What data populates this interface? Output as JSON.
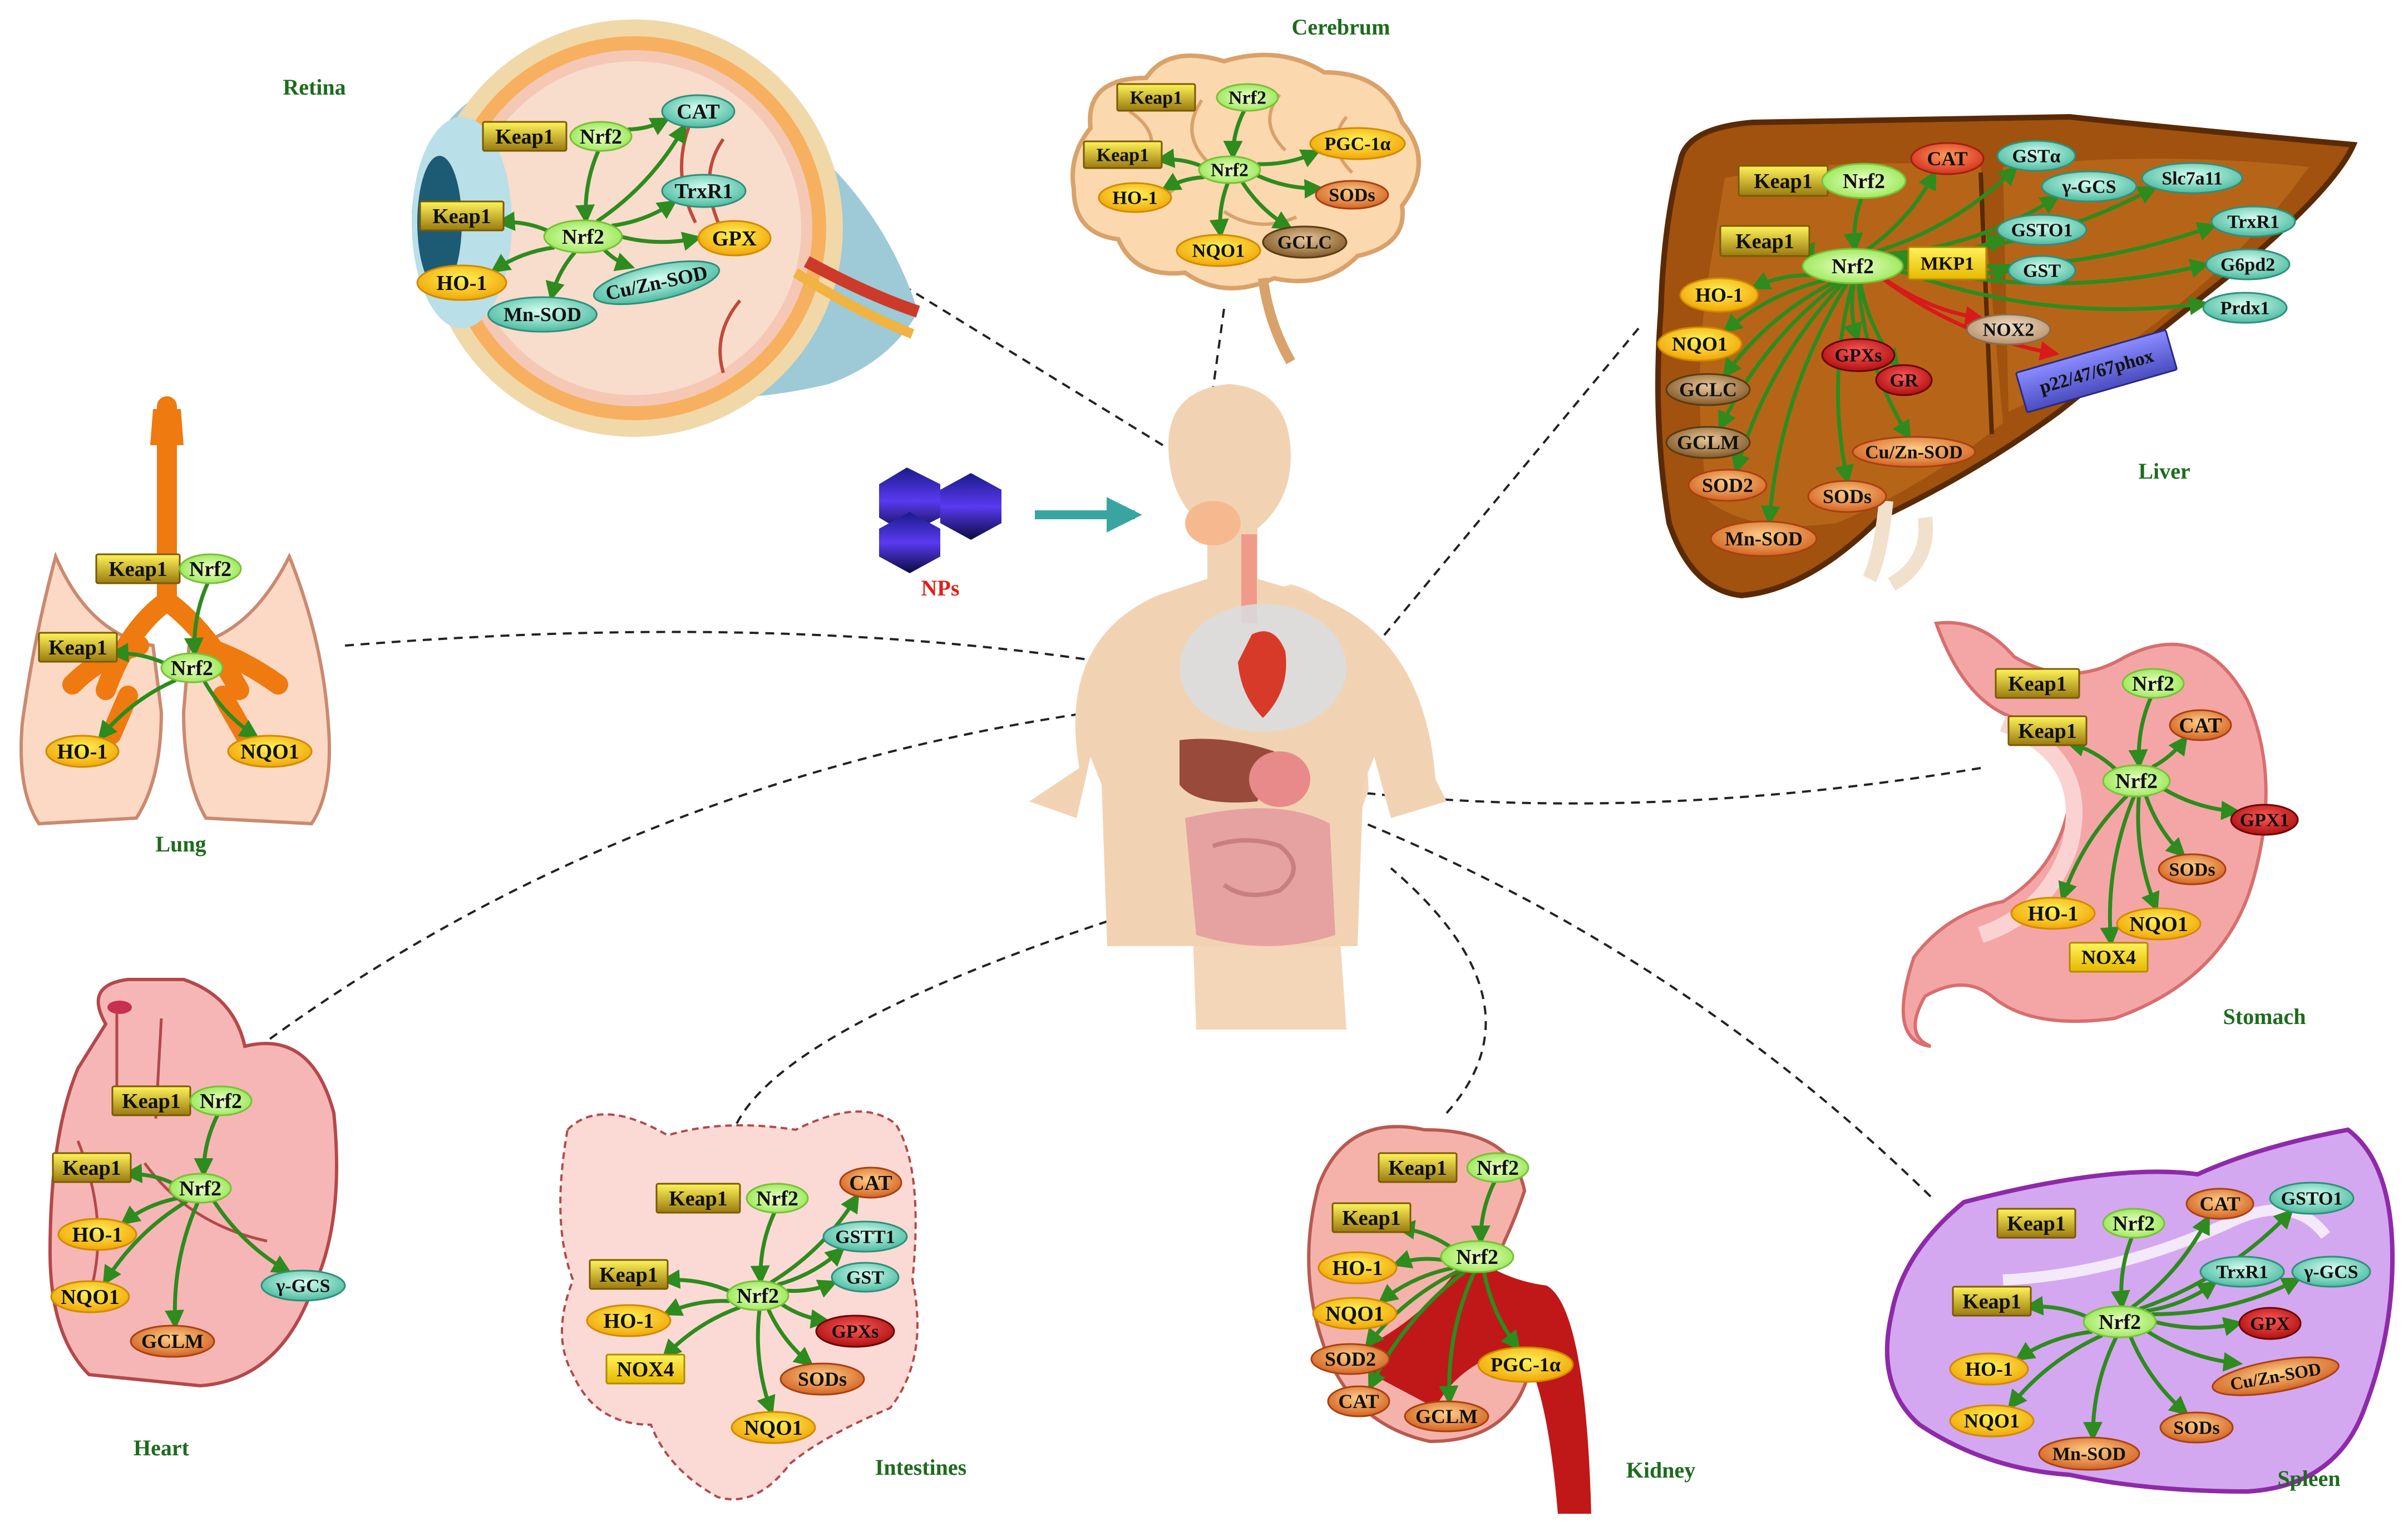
{
  "np_label": "NPs",
  "colors": {
    "title_green": "#1e6b1e",
    "arrow_green": "#2e8b1e",
    "inhibit_red": "#d81a1a",
    "np_label_red": "#e0201a"
  },
  "organs": [
    {
      "id": "retina",
      "title": "Retina",
      "nodes": [
        {
          "label": "Keap1",
          "style": "keap"
        },
        {
          "label": "Nrf2",
          "style": "nrf"
        },
        {
          "label": "Keap1",
          "style": "keap"
        },
        {
          "label": "Nrf2",
          "style": "nrf"
        },
        {
          "label": "HO-1",
          "style": "yellow"
        },
        {
          "label": "CAT",
          "style": "teal"
        },
        {
          "label": "TrxR1",
          "style": "teal"
        },
        {
          "label": "GPX",
          "style": "yellow"
        },
        {
          "label": "Cu/Zn-SOD",
          "style": "teal"
        },
        {
          "label": "Mn-SOD",
          "style": "teal"
        }
      ]
    },
    {
      "id": "cerebrum",
      "title": "Cerebrum",
      "nodes": [
        {
          "label": "Keap1",
          "style": "keap"
        },
        {
          "label": "Nrf2",
          "style": "nrf"
        },
        {
          "label": "Keap1",
          "style": "keap"
        },
        {
          "label": "Nrf2",
          "style": "nrf"
        },
        {
          "label": "HO-1",
          "style": "yellow"
        },
        {
          "label": "PGC-1α",
          "style": "yellow"
        },
        {
          "label": "SODs",
          "style": "orange"
        },
        {
          "label": "NQO1",
          "style": "yellow"
        },
        {
          "label": "GCLC",
          "style": "brown"
        }
      ]
    },
    {
      "id": "liver",
      "title": "Liver",
      "nodes": [
        {
          "label": "Keap1",
          "style": "keap"
        },
        {
          "label": "Nrf2",
          "style": "nrf"
        },
        {
          "label": "Keap1",
          "style": "keap"
        },
        {
          "label": "Nrf2",
          "style": "nrf"
        },
        {
          "label": "MKP1",
          "style": "yellowbox"
        },
        {
          "label": "CAT",
          "style": "redorange"
        },
        {
          "label": "GSTα",
          "style": "teal"
        },
        {
          "label": "γ-GCS",
          "style": "teal"
        },
        {
          "label": "GSTO1",
          "style": "teal"
        },
        {
          "label": "GST",
          "style": "teal"
        },
        {
          "label": "Slc7a11",
          "style": "teal"
        },
        {
          "label": "TrxR1",
          "style": "teal"
        },
        {
          "label": "G6pd2",
          "style": "teal"
        },
        {
          "label": "Prdx1",
          "style": "teal"
        },
        {
          "label": "NOX2",
          "style": "tan"
        },
        {
          "label": "p22/47/67phox",
          "style": "phox"
        },
        {
          "label": "HO-1",
          "style": "yellow"
        },
        {
          "label": "NQO1",
          "style": "yellow"
        },
        {
          "label": "GCLC",
          "style": "brown"
        },
        {
          "label": "GCLM",
          "style": "brown"
        },
        {
          "label": "SOD2",
          "style": "orange"
        },
        {
          "label": "Mn-SOD",
          "style": "orange"
        },
        {
          "label": "SODs",
          "style": "orange"
        },
        {
          "label": "Cu/Zn-SOD",
          "style": "orange"
        },
        {
          "label": "GPXs",
          "style": "red"
        },
        {
          "label": "GR",
          "style": "red"
        }
      ]
    },
    {
      "id": "lung",
      "title": "Lung",
      "nodes": [
        {
          "label": "Keap1",
          "style": "keap"
        },
        {
          "label": "Nrf2",
          "style": "nrf"
        },
        {
          "label": "Keap1",
          "style": "keap"
        },
        {
          "label": "Nrf2",
          "style": "nrf"
        },
        {
          "label": "HO-1",
          "style": "yellow"
        },
        {
          "label": "NQO1",
          "style": "yellow"
        }
      ]
    },
    {
      "id": "stomach",
      "title": "Stomach",
      "nodes": [
        {
          "label": "Keap1",
          "style": "keap"
        },
        {
          "label": "Nrf2",
          "style": "nrf"
        },
        {
          "label": "Keap1",
          "style": "keap"
        },
        {
          "label": "Nrf2",
          "style": "nrf"
        },
        {
          "label": "CAT",
          "style": "orange"
        },
        {
          "label": "GPX1",
          "style": "red"
        },
        {
          "label": "SODs",
          "style": "orange"
        },
        {
          "label": "HO-1",
          "style": "yellow"
        },
        {
          "label": "NQO1",
          "style": "yellow"
        },
        {
          "label": "NOX4",
          "style": "yellowbox"
        }
      ]
    },
    {
      "id": "heart",
      "title": "Heart",
      "nodes": [
        {
          "label": "Keap1",
          "style": "keap"
        },
        {
          "label": "Nrf2",
          "style": "nrf"
        },
        {
          "label": "Keap1",
          "style": "keap"
        },
        {
          "label": "Nrf2",
          "style": "nrf"
        },
        {
          "label": "HO-1",
          "style": "yellow"
        },
        {
          "label": "NQO1",
          "style": "yellow"
        },
        {
          "label": "γ-GCS",
          "style": "teal"
        },
        {
          "label": "GCLM",
          "style": "orange"
        }
      ]
    },
    {
      "id": "intestines",
      "title": "Intestines",
      "nodes": [
        {
          "label": "Keap1",
          "style": "keap"
        },
        {
          "label": "Nrf2",
          "style": "nrf"
        },
        {
          "label": "Keap1",
          "style": "keap"
        },
        {
          "label": "Nrf2",
          "style": "nrf"
        },
        {
          "label": "HO-1",
          "style": "yellow"
        },
        {
          "label": "NOX4",
          "style": "yellowbox"
        },
        {
          "label": "NQO1",
          "style": "yellow"
        },
        {
          "label": "CAT",
          "style": "orange"
        },
        {
          "label": "GSTT1",
          "style": "teal"
        },
        {
          "label": "GST",
          "style": "teal"
        },
        {
          "label": "GPXs",
          "style": "red"
        },
        {
          "label": "SODs",
          "style": "orange"
        }
      ]
    },
    {
      "id": "kidney",
      "title": "Kidney",
      "nodes": [
        {
          "label": "Keap1",
          "style": "keap"
        },
        {
          "label": "Nrf2",
          "style": "nrf"
        },
        {
          "label": "Keap1",
          "style": "keap"
        },
        {
          "label": "Nrf2",
          "style": "nrf"
        },
        {
          "label": "HO-1",
          "style": "yellow"
        },
        {
          "label": "NQO1",
          "style": "yellow"
        },
        {
          "label": "SOD2",
          "style": "orange"
        },
        {
          "label": "CAT",
          "style": "orange"
        },
        {
          "label": "GCLM",
          "style": "orange"
        },
        {
          "label": "PGC-1α",
          "style": "yellow"
        }
      ]
    },
    {
      "id": "spleen",
      "title": "Spleen",
      "nodes": [
        {
          "label": "Keap1",
          "style": "keap"
        },
        {
          "label": "Nrf2",
          "style": "nrf"
        },
        {
          "label": "Keap1",
          "style": "keap"
        },
        {
          "label": "Nrf2",
          "style": "nrf"
        },
        {
          "label": "CAT",
          "style": "orange"
        },
        {
          "label": "GSTO1",
          "style": "teal"
        },
        {
          "label": "TrxR1",
          "style": "teal"
        },
        {
          "label": "γ-GCS",
          "style": "teal"
        },
        {
          "label": "GPX",
          "style": "red"
        },
        {
          "label": "Cu/Zn-SOD",
          "style": "orange"
        },
        {
          "label": "SODs",
          "style": "orange"
        },
        {
          "label": "Mn-SOD",
          "style": "orange"
        },
        {
          "label": "HO-1",
          "style": "yellow"
        },
        {
          "label": "NQO1",
          "style": "yellow"
        }
      ]
    }
  ]
}
